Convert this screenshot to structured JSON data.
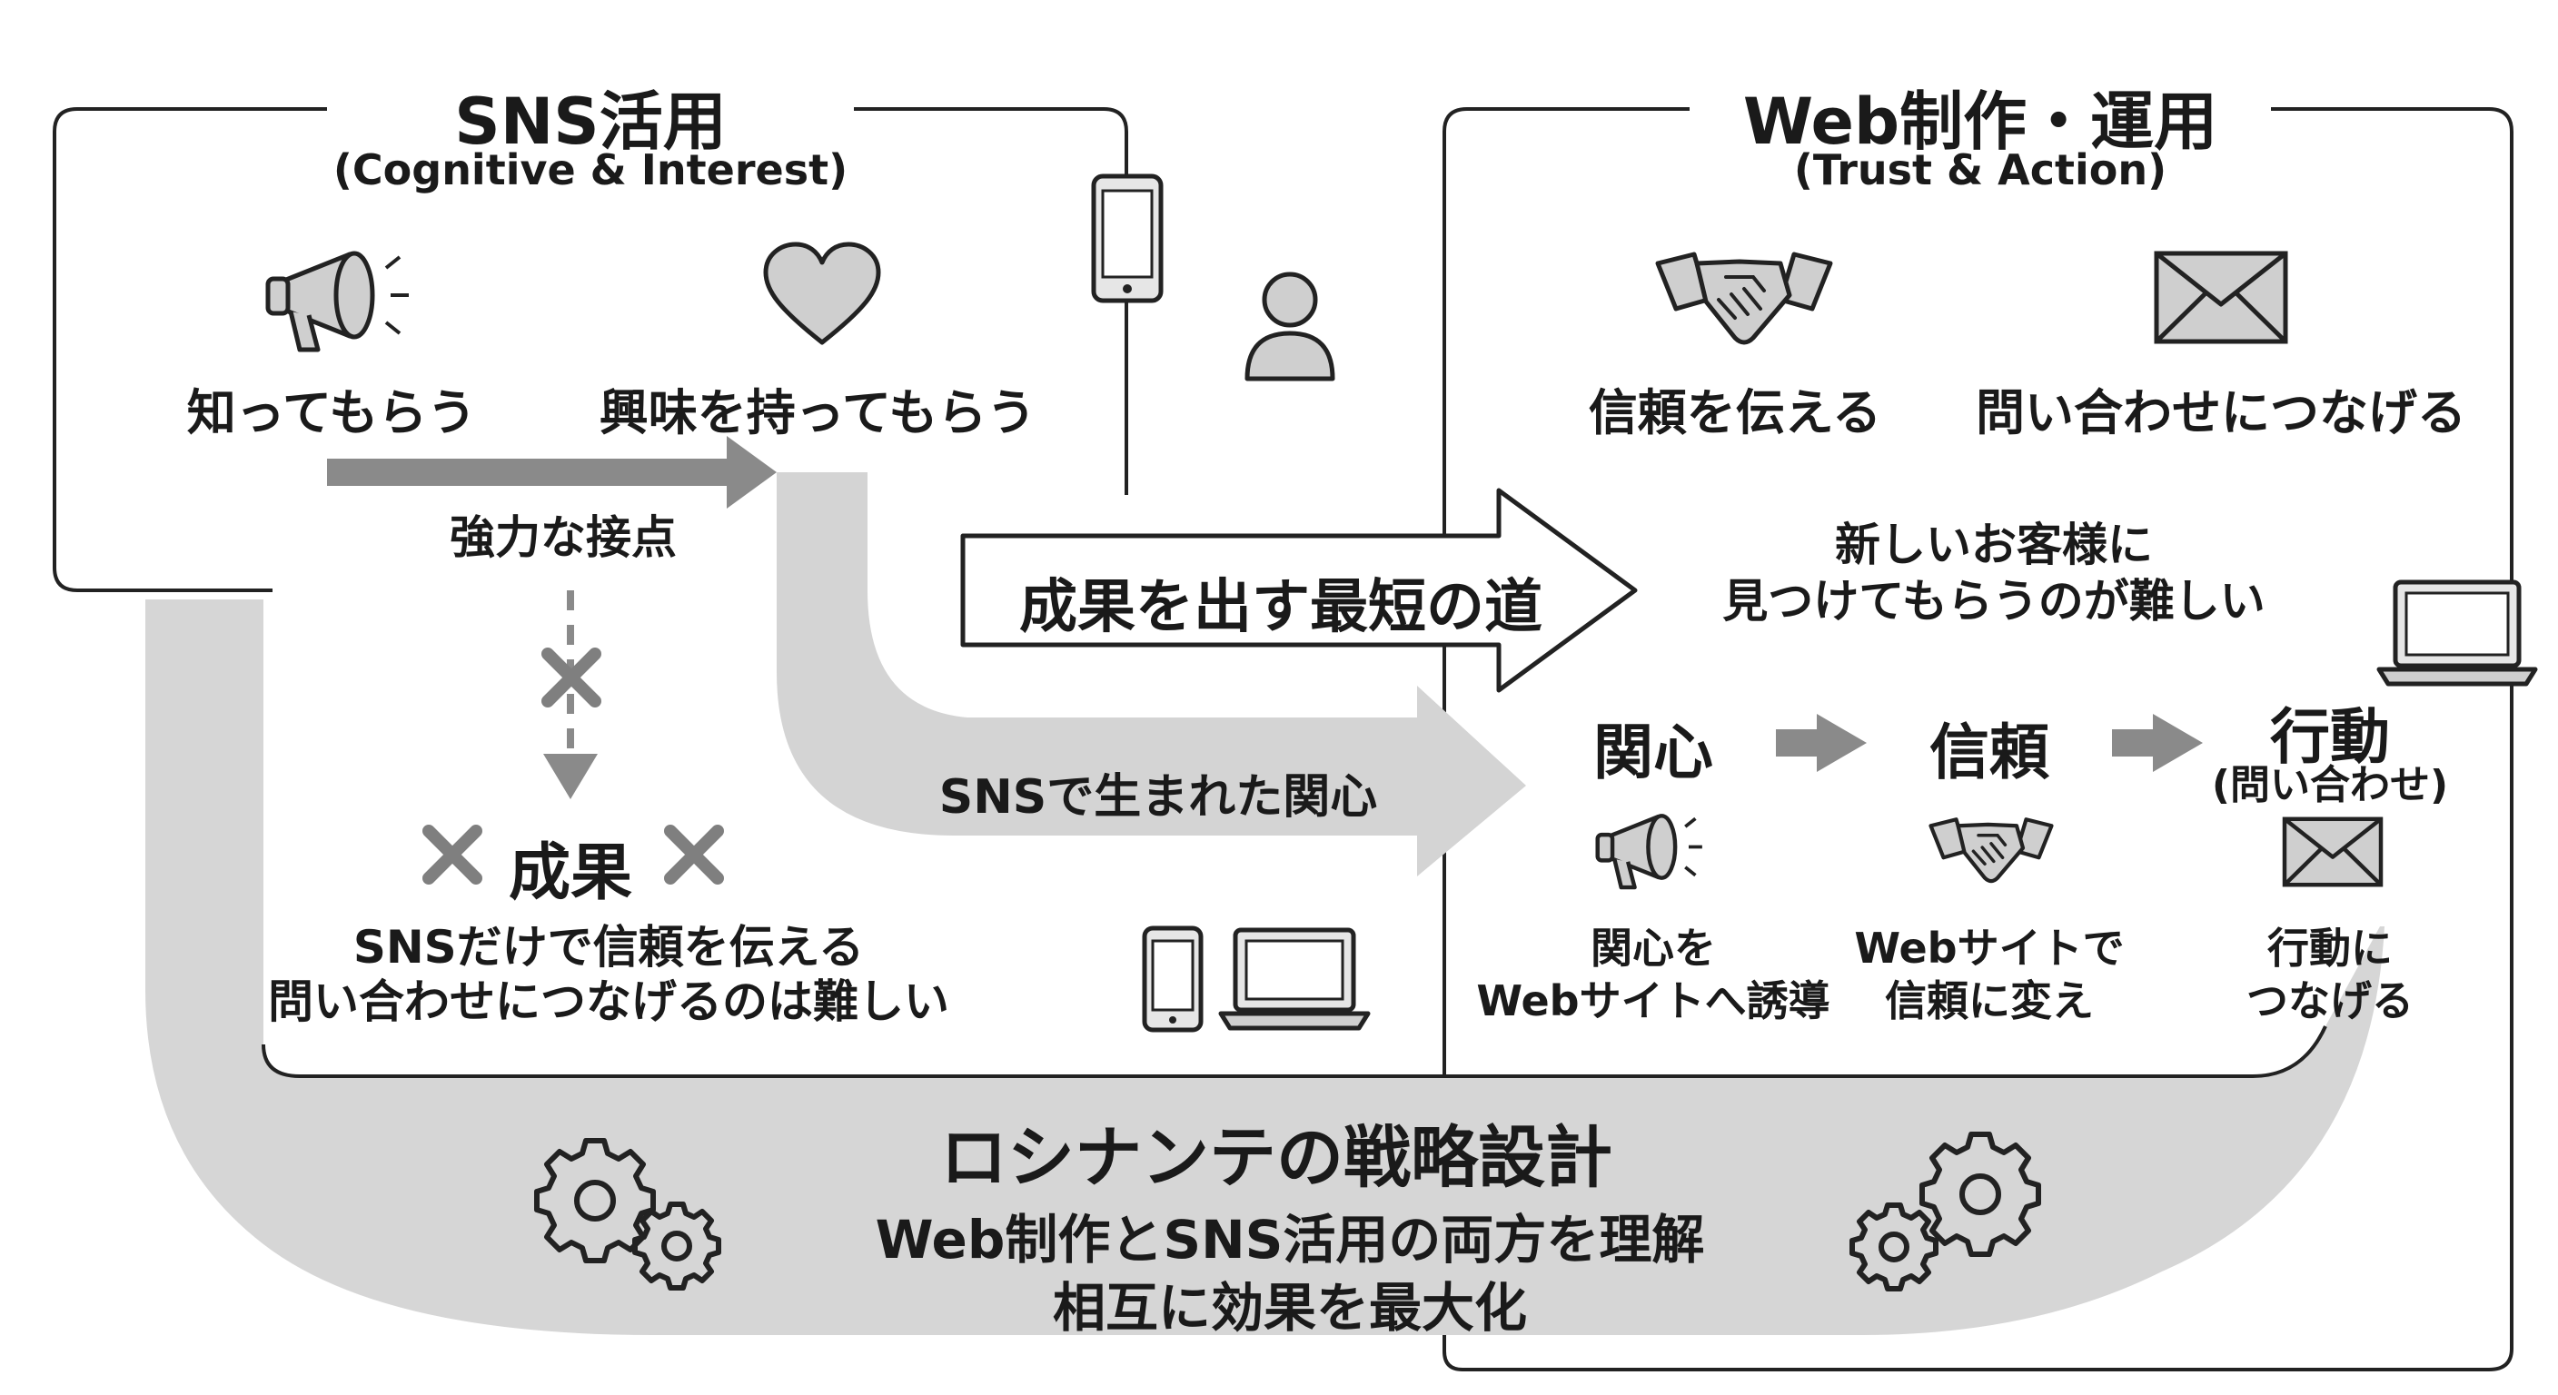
{
  "sns": {
    "title": "SNS活用",
    "subtitle": "(Cognitive & Interest)",
    "item1": "知ってもらう",
    "item2": "興味を持ってもらう",
    "contact": "強力な接点",
    "result_label": "成果",
    "limit_line1": "SNSだけで信頼を伝える",
    "limit_line2": "問い合わせにつなげるのは難しい"
  },
  "web": {
    "title": "Web制作・運用",
    "subtitle": "(Trust & Action)",
    "item1": "信頼を伝える",
    "item2": "問い合わせにつなげる",
    "problem_line1": "新しいお客様に",
    "problem_line2": "見つけてもらうのが難しい"
  },
  "shortest_path": "成果を出す最短の道",
  "sns_interest_flow": "SNSで生まれた関心",
  "steps": [
    {
      "title": "関心",
      "desc_line1": "関心を",
      "desc_line2": "Webサイトへ誘導"
    },
    {
      "title": "信頼",
      "desc_line1": "Webサイトで",
      "desc_line2": "信頼に変え"
    },
    {
      "title": "行動",
      "subtitle": "(問い合わせ)",
      "desc_line1": "行動に",
      "desc_line2": "つなげる"
    }
  ],
  "strategy": {
    "title": "ロシナンテの戦略設計",
    "line1": "Web制作とSNS活用の両方を理解",
    "line2": "相互に効果を最大化"
  },
  "colors": {
    "gray_band": "#d6d6d6",
    "arrow_dark": "#7f7f7f",
    "line": "#222222",
    "icon_fill": "#cfcfcf"
  },
  "icons": [
    "megaphone-icon",
    "heart-icon",
    "smartphone-icon",
    "person-icon",
    "handshake-icon",
    "envelope-icon",
    "laptop-icon",
    "cross-icon",
    "gear-icon"
  ]
}
